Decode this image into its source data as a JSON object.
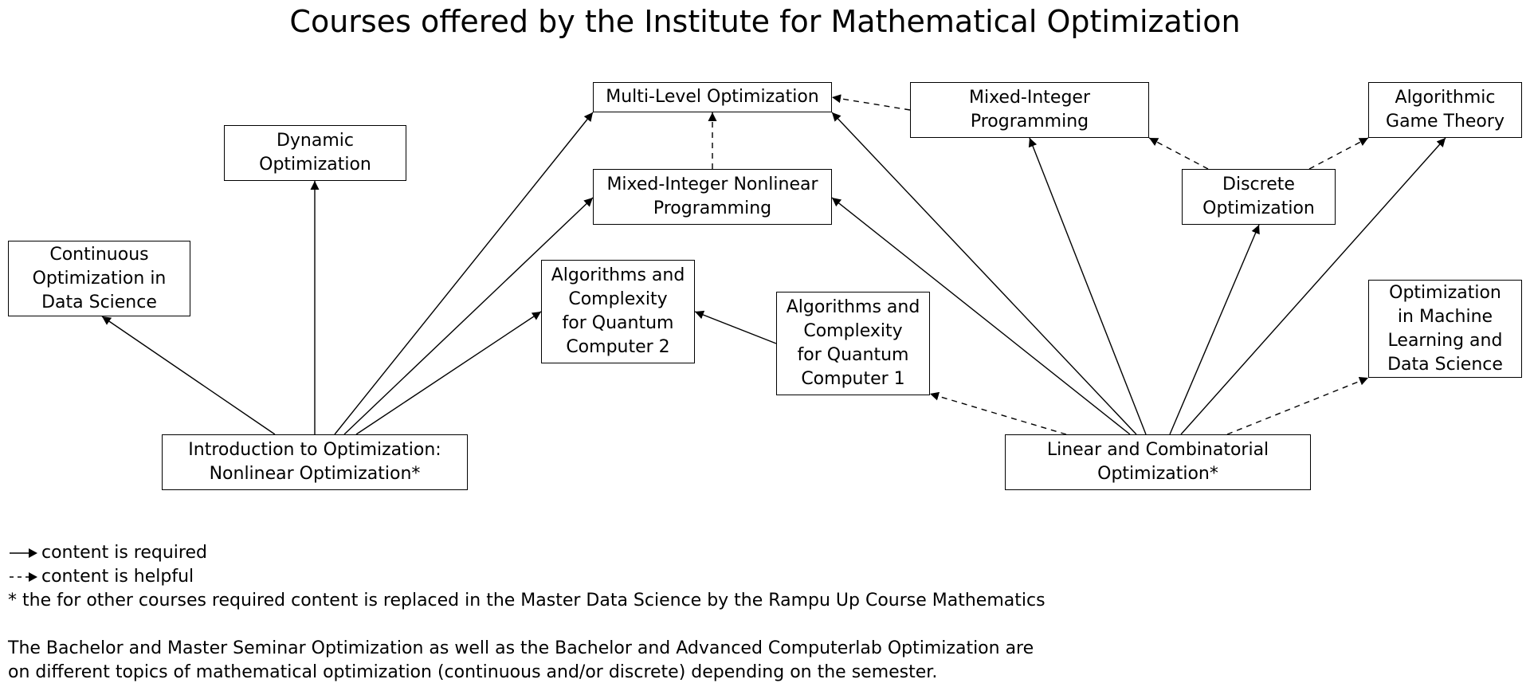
{
  "title": "Courses offered by the Institute for Mathematical Optimization",
  "nodes": [
    {
      "id": "multilevel",
      "label": "Multi-Level Optimization"
    },
    {
      "id": "mip",
      "label": "Mixed-Integer\nProgramming"
    },
    {
      "id": "agt",
      "label": "Algorithmic\nGame Theory"
    },
    {
      "id": "dynamic",
      "label": "Dynamic\nOptimization"
    },
    {
      "id": "minlp",
      "label": "Mixed-Integer Nonlinear\nProgramming"
    },
    {
      "id": "discrete",
      "label": "Discrete\nOptimization"
    },
    {
      "id": "contds",
      "label": "Continuous\nOptimization in\nData Science"
    },
    {
      "id": "aqc2",
      "label": "Algorithms and\nComplexity\nfor Quantum\nComputer 2"
    },
    {
      "id": "aqc1",
      "label": "Algorithms and\nComplexity\nfor Quantum\nComputer 1"
    },
    {
      "id": "omlds",
      "label": "Optimization\nin Machine\nLearning and\nData Science"
    },
    {
      "id": "intro",
      "label": "Introduction to Optimization:\nNonlinear Optimization*"
    },
    {
      "id": "lco",
      "label": "Linear and Combinatorial\nOptimization*"
    }
  ],
  "edges": [
    {
      "from": "intro",
      "to": "contds",
      "style": "required"
    },
    {
      "from": "intro",
      "to": "dynamic",
      "style": "required"
    },
    {
      "from": "intro",
      "to": "multilevel",
      "style": "required"
    },
    {
      "from": "intro",
      "to": "minlp",
      "style": "required"
    },
    {
      "from": "intro",
      "to": "aqc2",
      "style": "required"
    },
    {
      "from": "aqc1",
      "to": "aqc2",
      "style": "required"
    },
    {
      "from": "lco",
      "to": "aqc1",
      "style": "helpful"
    },
    {
      "from": "lco",
      "to": "minlp",
      "style": "required"
    },
    {
      "from": "lco",
      "to": "multilevel",
      "style": "required"
    },
    {
      "from": "lco",
      "to": "mip",
      "style": "required"
    },
    {
      "from": "lco",
      "to": "discrete",
      "style": "required"
    },
    {
      "from": "lco",
      "to": "agt",
      "style": "required"
    },
    {
      "from": "lco",
      "to": "omlds",
      "style": "helpful"
    },
    {
      "from": "minlp",
      "to": "multilevel",
      "style": "helpful"
    },
    {
      "from": "mip",
      "to": "multilevel",
      "style": "helpful"
    },
    {
      "from": "discrete",
      "to": "mip",
      "style": "helpful"
    },
    {
      "from": "discrete",
      "to": "agt",
      "style": "helpful"
    }
  ],
  "legend": {
    "required": "content is required",
    "helpful": "content is helpful",
    "footnote": "* the for other courses required content is replaced in the Master Data Science by the Rampu Up Course Mathematics"
  },
  "note": [
    "The Bachelor and Master Seminar Optimization as well as the Bachelor and Advanced Computerlab Optimization are",
    "on different topics of mathematical optimization (continuous and/or discrete) depending on the semester."
  ]
}
